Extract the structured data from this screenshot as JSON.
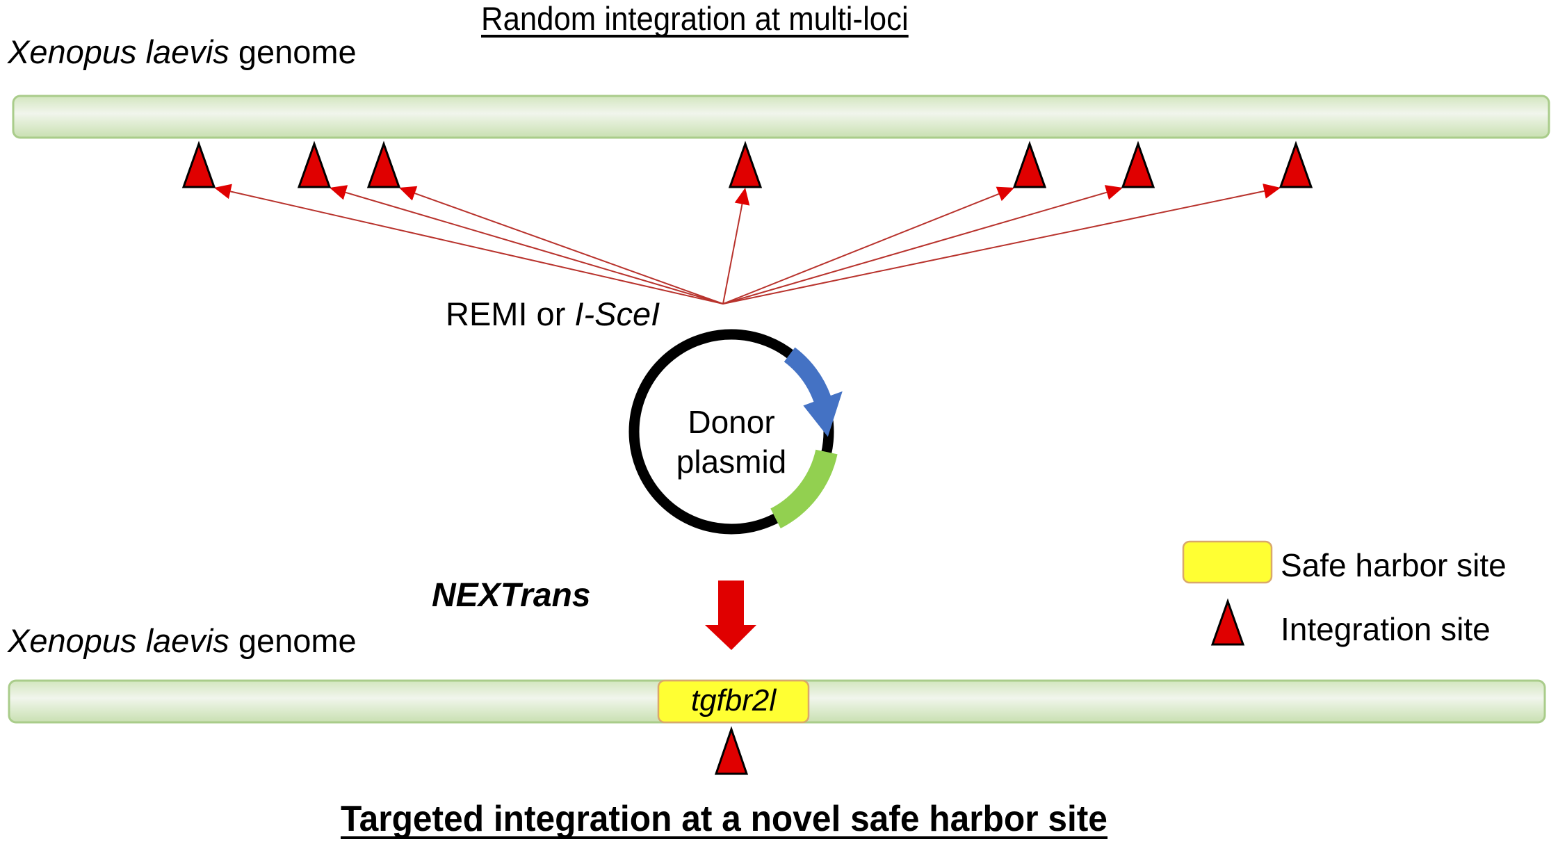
{
  "titles": {
    "top": "Random integration at multi-loci",
    "bottom": "Targeted integration at a novel safe harbor site"
  },
  "genome": {
    "species": "Xenopus laevis",
    "suffix": " genome"
  },
  "methods": {
    "random": {
      "prefix": "REMI or ",
      "enzyme": "I-SceI"
    },
    "targeted": "NEXTrans"
  },
  "plasmid": {
    "line1": "Donor",
    "line2": "plasmid"
  },
  "safe_harbor_gene": "tgfbr2l",
  "random_integration_site_count": 7,
  "legend": {
    "safe_harbor": "Safe harbor site",
    "integration_site": "Integration site"
  },
  "colors": {
    "chromosome_fill": "#d4e7c1",
    "chromosome_border": "#a9cc8a",
    "integration_site": "#e00000",
    "safe_harbor": "#ffff33",
    "safe_harbor_border": "#d9a86a",
    "plasmid_backbone": "#000000",
    "plasmid_blue_element": "#4472c4",
    "plasmid_green_element": "#92d050",
    "arrow_line": "#c0392b"
  }
}
